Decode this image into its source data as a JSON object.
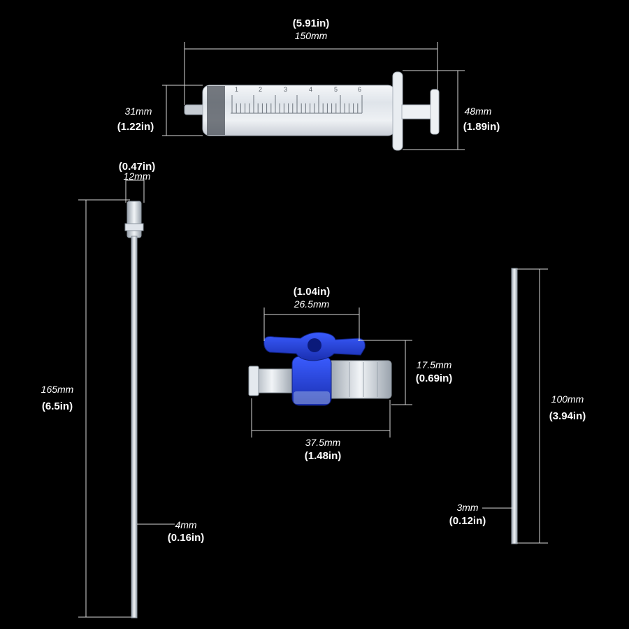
{
  "syringe": {
    "length": {
      "inch": "(5.91in)",
      "mm": "150mm"
    },
    "barrel_diameter": {
      "mm": "31mm",
      "inch": "(1.22in)"
    },
    "flange_height": {
      "mm": "48mm",
      "inch": "(1.89in)"
    },
    "graduations": [
      "1",
      "2",
      "3",
      "4",
      "5",
      "6"
    ]
  },
  "needle": {
    "hub_width": {
      "inch": "(0.47in)",
      "mm": "12mm"
    },
    "length": {
      "mm": "165mm",
      "inch": "(6.5in)"
    },
    "diameter": {
      "mm": "4mm",
      "inch": "(0.16in)"
    }
  },
  "stopcock": {
    "handle_width": {
      "inch": "(1.04in)",
      "mm": "26.5mm"
    },
    "height": {
      "mm": "17.5mm",
      "inch": "(0.69in)"
    },
    "length": {
      "mm": "37.5mm",
      "inch": "(1.48in)"
    },
    "colors": {
      "handle": "#1f3fd6",
      "body": "#d8e8f0"
    }
  },
  "tube": {
    "length": {
      "mm": "100mm",
      "inch": "(3.94in)"
    },
    "diameter": {
      "mm": "3mm",
      "inch": "(0.12in)"
    }
  }
}
